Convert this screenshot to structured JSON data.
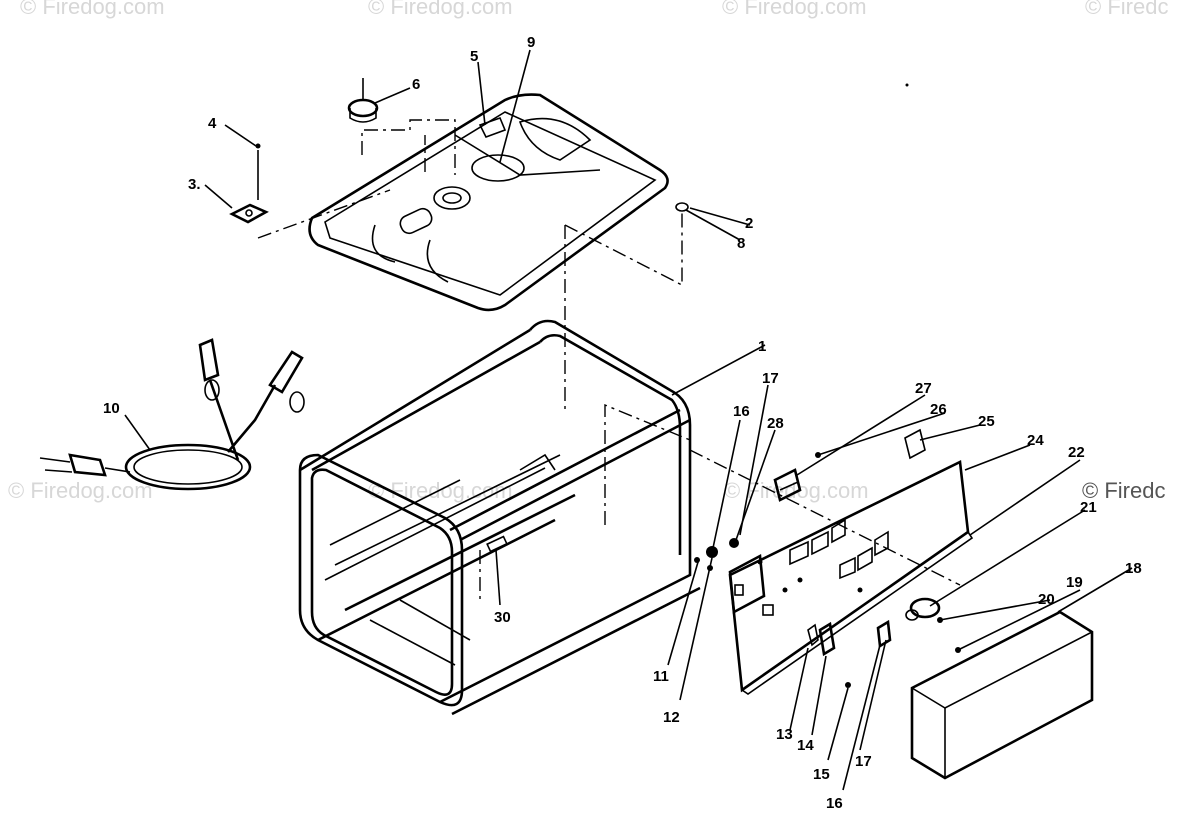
{
  "watermarks": [
    "© Firedog.com",
    "© Firedog.com",
    "© Firedog.com",
    "© Firedc",
    "© Firedog.com",
    "© Firedog.com",
    "© Firedog.com",
    "© Firedc"
  ],
  "part_labels": [
    {
      "id": "l1",
      "text": "1"
    },
    {
      "id": "l2",
      "text": "2"
    },
    {
      "id": "l3",
      "text": "3."
    },
    {
      "id": "l4",
      "text": "4"
    },
    {
      "id": "l5",
      "text": "5"
    },
    {
      "id": "l6",
      "text": "6"
    },
    {
      "id": "l8",
      "text": "8"
    },
    {
      "id": "l9",
      "text": "9"
    },
    {
      "id": "l10",
      "text": "10"
    },
    {
      "id": "l11",
      "text": "11"
    },
    {
      "id": "l12",
      "text": "12"
    },
    {
      "id": "l13",
      "text": "13"
    },
    {
      "id": "l14",
      "text": "14"
    },
    {
      "id": "l15",
      "text": "15"
    },
    {
      "id": "l16a",
      "text": "16"
    },
    {
      "id": "l16b",
      "text": "16"
    },
    {
      "id": "l17a",
      "text": "17"
    },
    {
      "id": "l17b",
      "text": "17"
    },
    {
      "id": "l18",
      "text": "18"
    },
    {
      "id": "l19",
      "text": "19"
    },
    {
      "id": "l20",
      "text": "20"
    },
    {
      "id": "l21",
      "text": "21"
    },
    {
      "id": "l22",
      "text": "22"
    },
    {
      "id": "l24",
      "text": "24"
    },
    {
      "id": "l25",
      "text": "25"
    },
    {
      "id": "l26",
      "text": "26"
    },
    {
      "id": "l27",
      "text": "27"
    },
    {
      "id": "l28",
      "text": "28"
    },
    {
      "id": "l30",
      "text": "30"
    }
  ]
}
